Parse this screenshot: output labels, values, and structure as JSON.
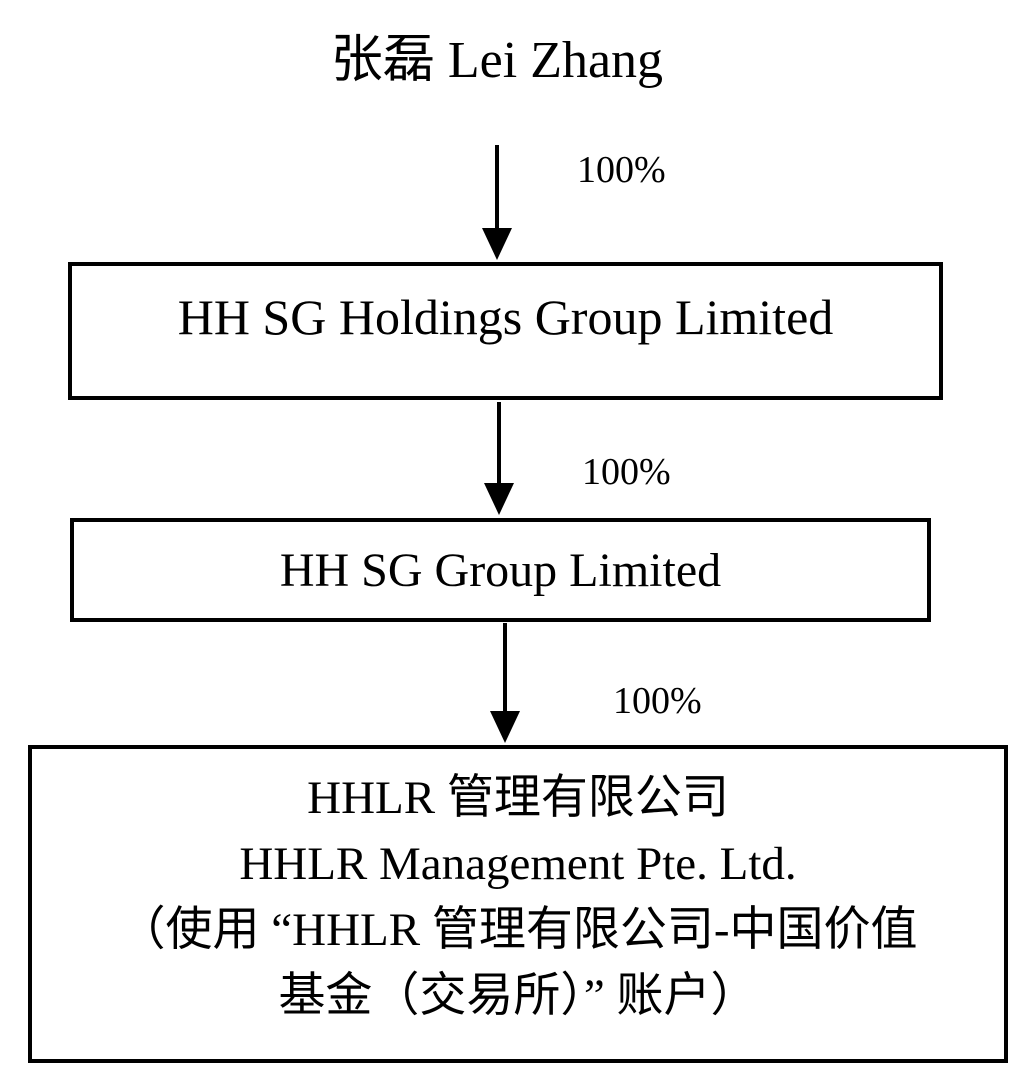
{
  "diagram": {
    "root_owner": "张磊 Lei Zhang",
    "edges": [
      {
        "from": "root_owner",
        "to": "hh_sg_holdings",
        "label": "100%"
      },
      {
        "from": "hh_sg_holdings",
        "to": "hh_sg_group",
        "label": "100%"
      },
      {
        "from": "hh_sg_group",
        "to": "hhlr_management",
        "label": "100%"
      }
    ],
    "nodes": [
      {
        "id": "hh_sg_holdings",
        "name": "HH SG Holdings Group Limited"
      },
      {
        "id": "hh_sg_group",
        "name": "HH SG Group Limited"
      },
      {
        "id": "hhlr_management",
        "lines": [
          "HHLR 管理有限公司",
          "HHLR Management Pte. Ltd.",
          "（使用 “HHLR 管理有限公司-中国价值",
          "基金（交易所）” 账户）"
        ]
      }
    ]
  },
  "colors": {
    "background": "#ffffff",
    "line": "#000000",
    "text": "#000000"
  }
}
